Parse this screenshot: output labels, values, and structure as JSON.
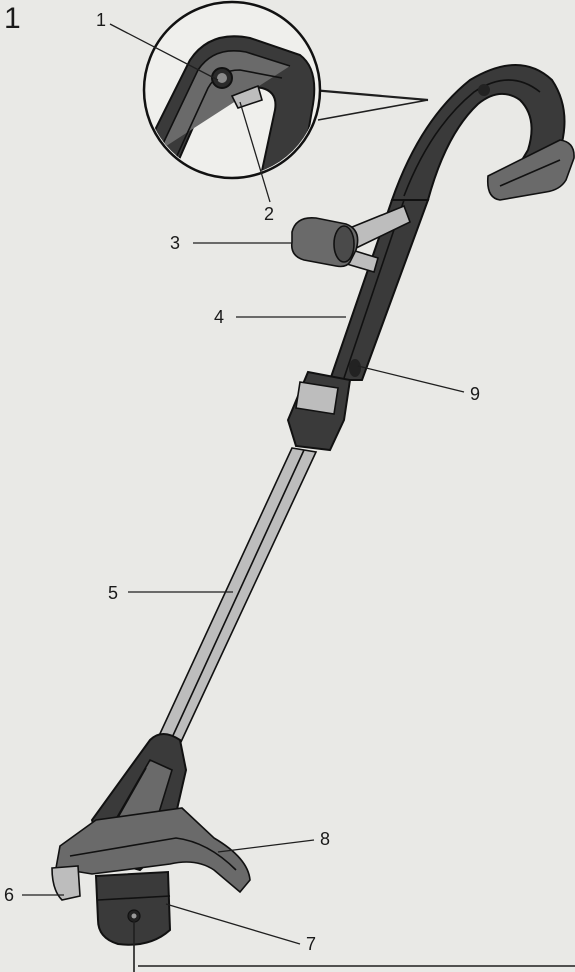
{
  "figure_number": "1",
  "callouts": [
    {
      "id": "c1",
      "label": "1"
    },
    {
      "id": "c2",
      "label": "2"
    },
    {
      "id": "c3",
      "label": "3"
    },
    {
      "id": "c4",
      "label": "4"
    },
    {
      "id": "c5",
      "label": "5"
    },
    {
      "id": "c6",
      "label": "6"
    },
    {
      "id": "c7",
      "label": "7"
    },
    {
      "id": "c8",
      "label": "8"
    },
    {
      "id": "c9",
      "label": "9"
    }
  ]
}
